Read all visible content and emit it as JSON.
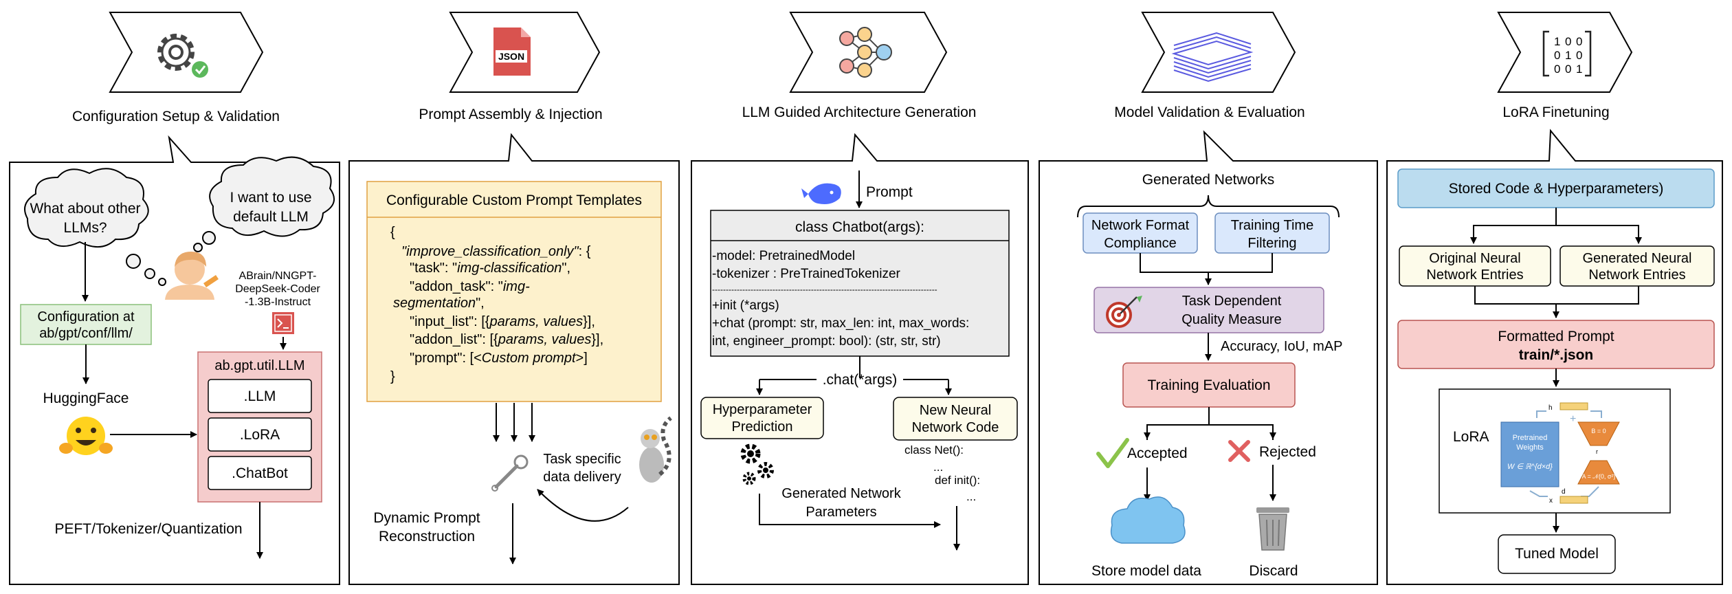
{
  "stages": [
    {
      "title": "Configuration Setup & Validation",
      "icon": "gear-check-icon"
    },
    {
      "title": "Prompt Assembly & Injection",
      "icon": "json-file-icon"
    },
    {
      "title": "LLM Guided Architecture Generation",
      "icon": "neural-network-icon"
    },
    {
      "title": "Model Validation & Evaluation",
      "icon": "stacked-papers-icon"
    },
    {
      "title": "LoRA Finetuning",
      "icon": "identity-matrix-icon"
    }
  ],
  "config": {
    "cloud_left": [
      "What about other",
      "LLMs?"
    ],
    "cloud_right": [
      "I want to use",
      "default LLM"
    ],
    "model_name": [
      "ABrain/NNGPT-",
      "DeepSeek-Coder",
      "-1.3B-Instruct"
    ],
    "config_box": [
      "Configuration at",
      "ab/gpt/conf/llm/"
    ],
    "huggingface": "HuggingFace",
    "util_title": "ab.gpt.util.LLM",
    "util_items": [
      ".LLM",
      ".LoRA",
      ".ChatBot"
    ],
    "peft": "PEFT/Tokenizer/Quantization"
  },
  "prompt": {
    "header": "Configurable Custom Prompt Templates",
    "code": {
      "open": "{",
      "key": "\"improve_classification_only\"",
      "key_suffix": ": {",
      "task_key": "\"task\": \"",
      "task_val": "img-classification",
      "task_end": "\",",
      "addon_key": "\"addon_task\": \"",
      "addon_val1": "img-",
      "addon_val2": "segmentation",
      "addon_end": "\",",
      "input_key": "\"input_list\": [{",
      "input_val": "params, values",
      "input_end": "}],",
      "addonlist_key": "\"addon_list\": [{",
      "addonlist_val": "params, values",
      "addonlist_end": "}],",
      "prompt_key": "\"prompt\": [<",
      "prompt_val": "Custom prompt",
      "prompt_end": ">]",
      "close": "}"
    },
    "task_delivery": [
      "Task specific",
      "data delivery"
    ],
    "dynamic": [
      "Dynamic Prompt",
      "Reconstruction"
    ]
  },
  "llm": {
    "prompt_label": "Prompt",
    "class_title": "class Chatbot(args):",
    "attrs": [
      "-model: PretrainedModel",
      "-tokenizer : PreTrainedTokenizer"
    ],
    "separator": "----------------------------------------------------------------------------------",
    "methods": [
      "+init (*args)",
      "+chat (prompt: str, max_len: int, max_words:",
      "int, engineer_prompt: bool): (str, str, str)"
    ],
    "chat_call": ".chat(*args)",
    "hyper_box": [
      "Hyperparameter",
      "Prediction"
    ],
    "code_box": [
      "New Neural",
      "Network Code"
    ],
    "code_lines": [
      "class Net():",
      "...",
      "def init():",
      "..."
    ],
    "gen_params": [
      "Generated Network",
      "Parameters"
    ]
  },
  "validation": {
    "generated": "Generated Networks",
    "format_box": [
      "Network Format",
      "Compliance"
    ],
    "training_box": [
      "Training Time",
      "Filtering"
    ],
    "quality_box": [
      "Task Dependent",
      "Quality Measure"
    ],
    "metrics": "Accuracy, IoU, mAP",
    "training_eval": "Training Evaluation",
    "accepted": "Accepted",
    "rejected": "Rejected",
    "store": "Store model data",
    "discard": "Discard"
  },
  "lora": {
    "stored": "Stored Code & Hyperparameters)",
    "original": [
      "Original Neural",
      "Network Entries"
    ],
    "generated": [
      "Generated Neural",
      "Network Entries"
    ],
    "formatted": "Formatted Prompt",
    "formatted_path": "train/*.json",
    "lora_label": "LoRA",
    "pretrained": [
      "Pretrained",
      "Weights",
      "W ∈ ℝ^{d×d}"
    ],
    "b_label": "B = 0",
    "a_label": "A = 𝒩(0, σ²)",
    "h": "h",
    "x": "x",
    "r": "r",
    "d": "d",
    "tuned": "Tuned Model"
  },
  "colors": {
    "config_green": "#e3f2de",
    "util_red": "#f5cccc",
    "prompt_yellow": "#fdf1cc",
    "class_gray": "#ececec",
    "light_blue": "#dae8fc",
    "quality_purple": "#e1d5e7",
    "eval_red": "#f8cecc",
    "stored_blue": "#bbdcef",
    "cream": "#fdfbea"
  }
}
